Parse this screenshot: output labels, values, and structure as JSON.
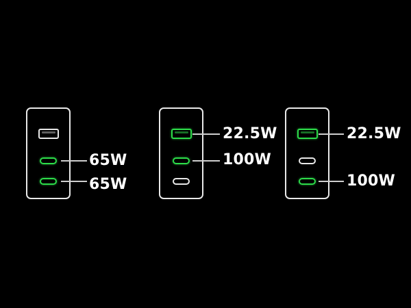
{
  "colors": {
    "background": "#000000",
    "charger_outline": "#e9e9e9",
    "active_port": "#2ddc4a",
    "inactive_port": "#e8e8e8",
    "label_text": "#ffffff"
  },
  "chargers": [
    {
      "ports": [
        {
          "type": "USB-A",
          "active": false
        },
        {
          "type": "USB-C",
          "active": true,
          "watt_label": "65W"
        },
        {
          "type": "USB-C",
          "active": true,
          "watt_label": "65W"
        }
      ]
    },
    {
      "ports": [
        {
          "type": "USB-A",
          "active": true,
          "watt_label": "22.5W"
        },
        {
          "type": "USB-C",
          "active": true,
          "watt_label": "100W"
        },
        {
          "type": "USB-C",
          "active": false
        }
      ]
    },
    {
      "ports": [
        {
          "type": "USB-A",
          "active": true,
          "watt_label": "22.5W"
        },
        {
          "type": "USB-C",
          "active": false
        },
        {
          "type": "USB-C",
          "active": true,
          "watt_label": "100W"
        }
      ]
    }
  ]
}
